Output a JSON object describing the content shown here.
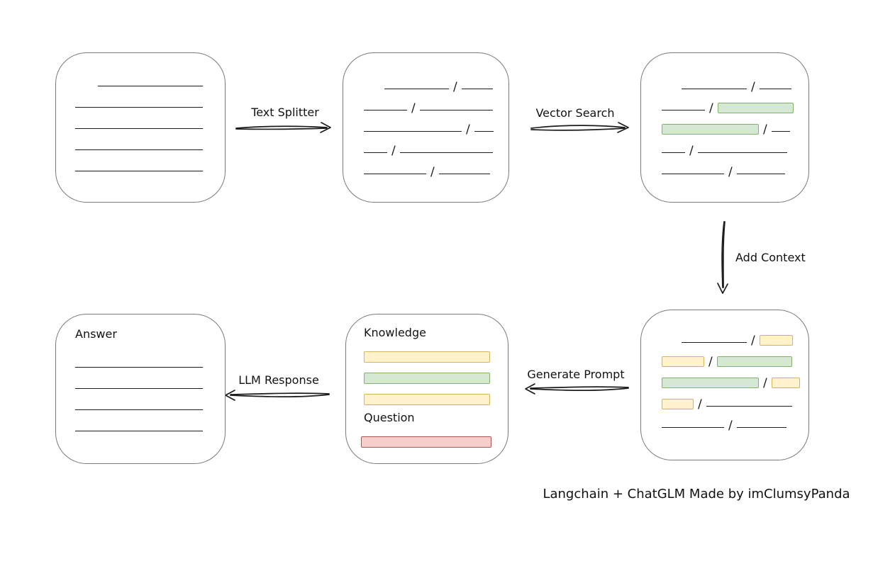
{
  "slash": "/",
  "caption": "Langchain + ChatGLM Made by imClumsyPanda",
  "colors": {
    "ink": "#1c1c1c",
    "box_border": "#7a7a7a",
    "green": {
      "fill": "#d5e8d4",
      "stroke": "#82b366"
    },
    "yellow": {
      "fill": "#fff2cc",
      "stroke": "#d6b656"
    },
    "red": {
      "fill": "#f8cecc",
      "stroke": "#b85450"
    }
  },
  "arrows": {
    "text_splitter": {
      "label": "Text Splitter"
    },
    "vector_search": {
      "label": "Vector Search"
    },
    "add_context": {
      "label": "Add Context"
    },
    "generate_prompt": {
      "label": "Generate Prompt"
    },
    "llm_response": {
      "label": "LLM Response"
    }
  },
  "panels": {
    "document": {
      "rows": [
        {
          "indent": 32,
          "segs": [
            {
              "t": "line",
              "w": 148
            }
          ]
        },
        {
          "segs": [
            {
              "t": "line",
              "w": 180
            }
          ]
        },
        {
          "segs": [
            {
              "t": "line",
              "w": 180
            }
          ]
        },
        {
          "segs": [
            {
              "t": "line",
              "w": 180
            }
          ]
        },
        {
          "segs": [
            {
              "t": "line",
              "w": 180
            }
          ]
        }
      ]
    },
    "chunks": {
      "rows": [
        {
          "indent": 29,
          "segs": [
            {
              "t": "line",
              "w": 91
            },
            {
              "t": "slash"
            },
            {
              "t": "line",
              "w": 44
            }
          ]
        },
        {
          "segs": [
            {
              "t": "line",
              "w": 61
            },
            {
              "t": "slash"
            },
            {
              "t": "line",
              "w": 103
            }
          ]
        },
        {
          "segs": [
            {
              "t": "line",
              "w": 138
            },
            {
              "t": "slash"
            },
            {
              "t": "line",
              "w": 27
            }
          ]
        },
        {
          "segs": [
            {
              "t": "line",
              "w": 33
            },
            {
              "t": "slash"
            },
            {
              "t": "line",
              "w": 131
            }
          ]
        },
        {
          "segs": [
            {
              "t": "line",
              "w": 88
            },
            {
              "t": "slash"
            },
            {
              "t": "line",
              "w": 72
            }
          ]
        }
      ]
    },
    "vector_result": {
      "rows": [
        {
          "indent": 28,
          "segs": [
            {
              "t": "line",
              "w": 92
            },
            {
              "t": "slash"
            },
            {
              "t": "line",
              "w": 45
            }
          ]
        },
        {
          "segs": [
            {
              "t": "line",
              "w": 61
            },
            {
              "t": "slash"
            },
            {
              "t": "chip",
              "c": "green",
              "w": 107
            }
          ]
        },
        {
          "segs": [
            {
              "t": "chip",
              "c": "green",
              "w": 137
            },
            {
              "t": "slash"
            },
            {
              "t": "line",
              "w": 26
            }
          ]
        },
        {
          "segs": [
            {
              "t": "line",
              "w": 33
            },
            {
              "t": "slash"
            },
            {
              "t": "line",
              "w": 126
            }
          ]
        },
        {
          "segs": [
            {
              "t": "line",
              "w": 88
            },
            {
              "t": "slash"
            },
            {
              "t": "line",
              "w": 68
            }
          ]
        }
      ]
    },
    "context": {
      "rows": [
        {
          "indent": 28,
          "segs": [
            {
              "t": "line",
              "w": 92
            },
            {
              "t": "slash"
            },
            {
              "t": "chip",
              "c": "yellow",
              "w": 47
            }
          ]
        },
        {
          "segs": [
            {
              "t": "chip",
              "c": "yellow",
              "w": 60
            },
            {
              "t": "slash"
            },
            {
              "t": "chip",
              "c": "green",
              "w": 106
            }
          ]
        },
        {
          "segs": [
            {
              "t": "chip",
              "c": "green",
              "w": 137
            },
            {
              "t": "slash"
            },
            {
              "t": "chip",
              "c": "yellow",
              "w": 40
            }
          ]
        },
        {
          "segs": [
            {
              "t": "chip",
              "c": "yellow",
              "w": 45
            },
            {
              "t": "slash"
            },
            {
              "t": "line",
              "w": 121
            }
          ]
        },
        {
          "segs": [
            {
              "t": "line",
              "w": 88
            },
            {
              "t": "slash"
            },
            {
              "t": "line",
              "w": 70
            }
          ]
        }
      ]
    },
    "prompt": {
      "knowledge_label": "Knowledge",
      "question_label": "Question",
      "knowledge_bars": [
        "yellow",
        "green",
        "yellow"
      ],
      "question_bars": [
        "red"
      ]
    },
    "answer": {
      "label": "Answer",
      "rows": [
        {
          "segs": [
            {
              "t": "line",
              "w": 180
            }
          ]
        },
        {
          "segs": [
            {
              "t": "line",
              "w": 180
            }
          ]
        },
        {
          "segs": [
            {
              "t": "line",
              "w": 180
            }
          ]
        },
        {
          "segs": [
            {
              "t": "line",
              "w": 180
            }
          ]
        }
      ]
    }
  }
}
